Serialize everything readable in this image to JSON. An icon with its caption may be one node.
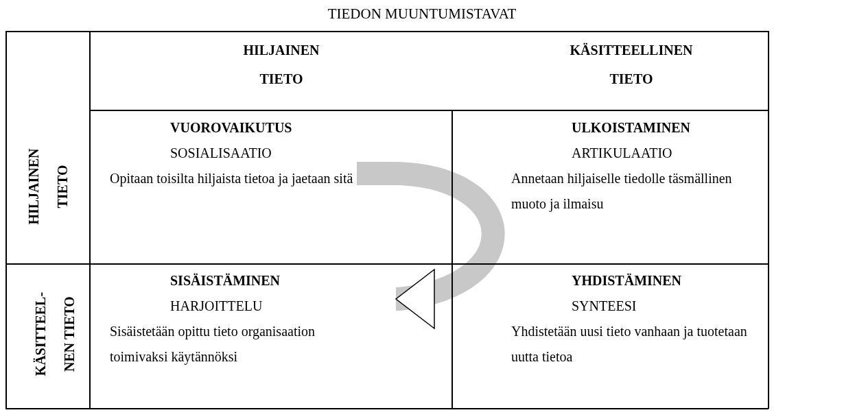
{
  "diagram": {
    "title": "TIEDON MUUNTUMISTAVAT",
    "nodes": [
      {
        "text": [
          "VUOROVAIKUTUS",
          "SOSIALISAATIO",
          "Opitaan toisilta hiljaista tietoa ja jaetaan sitä"
        ]
      },
      {
        "text": [
          "ULKOISTAMINEN",
          "ARTIKULAATIO",
          "Annetaan hiljaiselle tiedolle täsmällinen muoto ja ilmaisu"
        ]
      },
      {
        "text": [
          "SISÄISTÄMINEN",
          "HARJOITTELU",
          "Sisäistetään opittu tieto organisaation toimivaksi käytännöksi"
        ]
      },
      {
        "text": [
          "YHDISTÄMINEN",
          "SYNTEESI",
          "Yhdistetään uusi tieto vanhaan ja tuotetaan uutta tietoa"
        ]
      }
    ],
    "edges": [
      {
        "from": 0,
        "to": 2,
        "arrow": "to"
      }
    ],
    "labels": [
      "HILJAINEN TIETO",
      "KÄSITTEELLINEN TIETO",
      "HILJAINEN TIETO",
      "KÄSITTEEL- NEN TIETO"
    ]
  }
}
